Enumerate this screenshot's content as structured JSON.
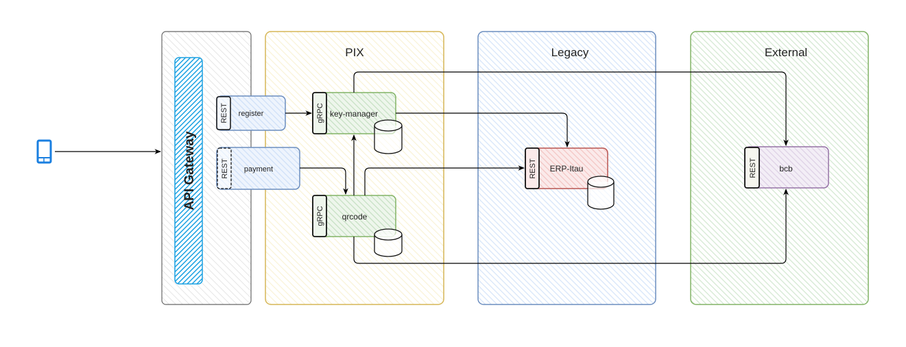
{
  "diagram": {
    "client": {
      "icon": "mobile-phone-icon",
      "color": "#1a7fe0"
    },
    "gateway": {
      "label": "API Gateway",
      "color": "#1ba1e2"
    },
    "zones": [
      {
        "id": "pix",
        "label": "PIX",
        "border": "#d6b656",
        "fill": "#fff2cc"
      },
      {
        "id": "legacy",
        "label": "Legacy",
        "border": "#6c8ebf",
        "fill": "#dae8fc"
      },
      {
        "id": "external",
        "label": "External",
        "border": "#82b366",
        "fill": "#d5e8d4"
      }
    ],
    "gateway_zone": {
      "border": "#666666",
      "fill": "#f5f5f5"
    },
    "endpoints": [
      {
        "id": "register",
        "protocol": "REST",
        "label": "register"
      },
      {
        "id": "payment",
        "protocol": "REST",
        "label": "payment"
      }
    ],
    "services": [
      {
        "id": "key-manager",
        "protocol": "gRPC",
        "label": "key-manager",
        "border": "#82b366",
        "fill": "#d5e8d4",
        "has_db": true
      },
      {
        "id": "qrcode",
        "protocol": "gRPC",
        "label": "qrcode",
        "border": "#82b366",
        "fill": "#d5e8d4",
        "has_db": true
      },
      {
        "id": "erp-itau",
        "protocol": "REST",
        "label": "ERP-Itau",
        "border": "#b85450",
        "fill": "#f8cecc",
        "has_db": true
      },
      {
        "id": "bcb",
        "protocol": "REST",
        "label": "bcb",
        "border": "#9673a6",
        "fill": "#e1d5e7",
        "has_db": false
      }
    ],
    "connections": [
      {
        "from": "client",
        "to": "gateway"
      },
      {
        "from": "register",
        "to": "key-manager"
      },
      {
        "from": "payment",
        "to": "qrcode"
      },
      {
        "from": "qrcode",
        "to": "key-manager"
      },
      {
        "from": "key-manager",
        "to": "erp-itau"
      },
      {
        "from": "key-manager",
        "to": "bcb"
      },
      {
        "from": "qrcode",
        "to": "erp-itau"
      },
      {
        "from": "qrcode",
        "to": "bcb"
      }
    ]
  }
}
